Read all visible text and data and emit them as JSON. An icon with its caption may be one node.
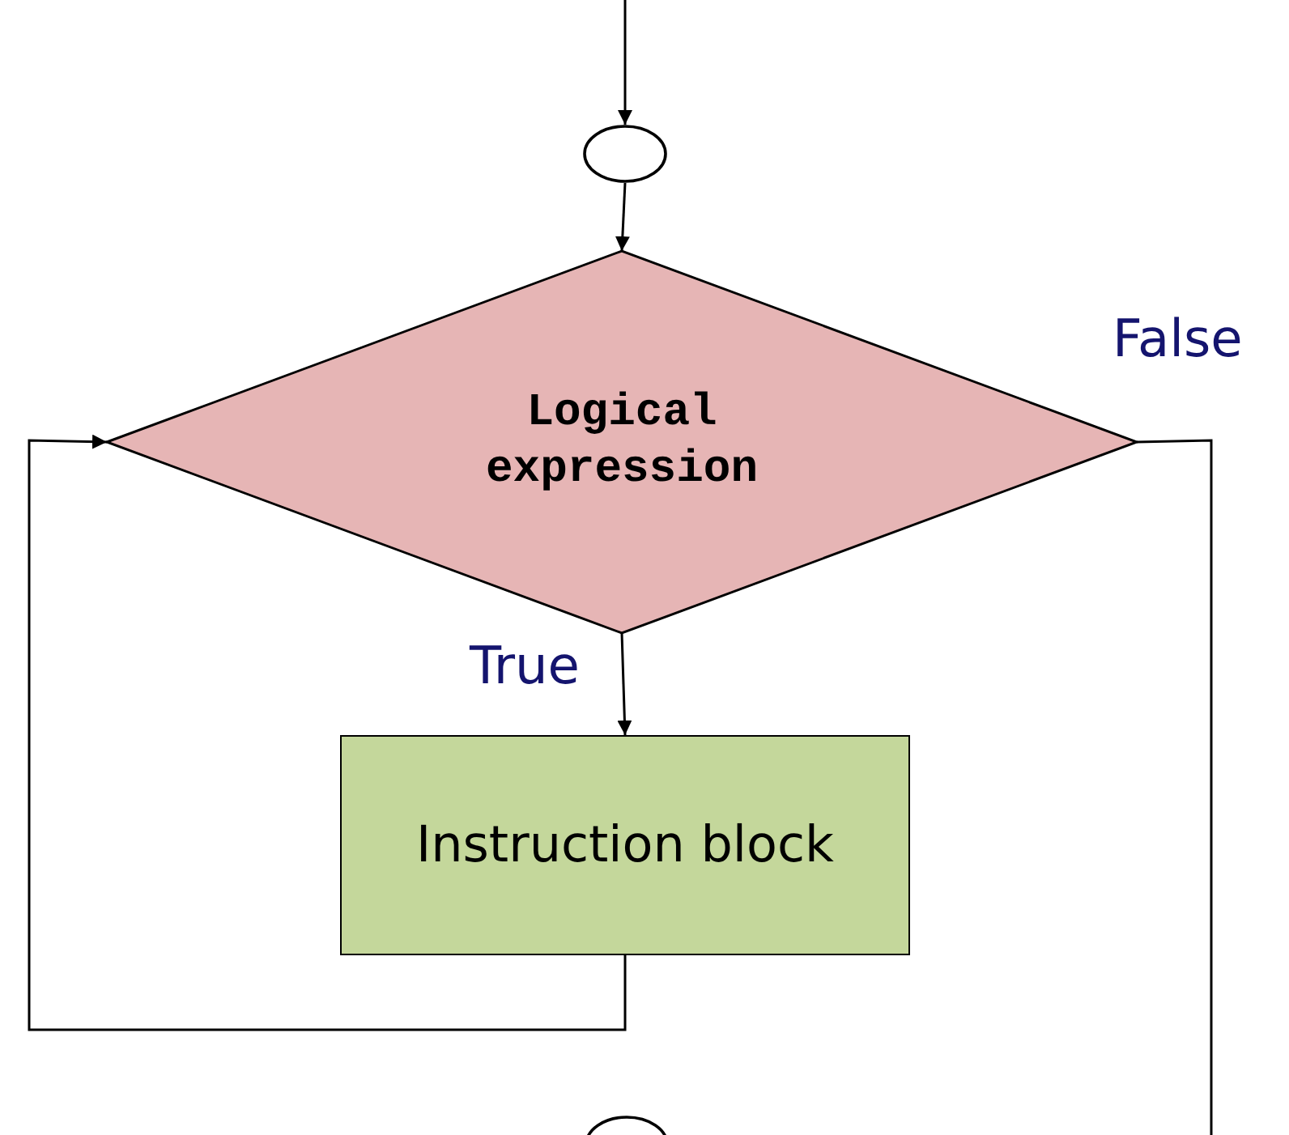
{
  "diagram": {
    "nodes": [
      {
        "text": [],
        "shape": "circle"
      },
      {
        "text": [
          "Logical expression"
        ]
      },
      {
        "text": [
          "Instruction block"
        ]
      },
      {
        "text": [],
        "shape": "circle"
      }
    ],
    "edges": [
      {
        "from": null,
        "to": 0,
        "arrow": "to"
      },
      {
        "from": 0,
        "to": 1,
        "arrow": "to"
      },
      {
        "from": 1,
        "to": 2,
        "arrow": "to",
        "label": "True"
      },
      {
        "from": 2,
        "to": 1,
        "arrow": "to"
      },
      {
        "from": 1,
        "to": null,
        "arrow": "none",
        "label": "False"
      }
    ]
  }
}
